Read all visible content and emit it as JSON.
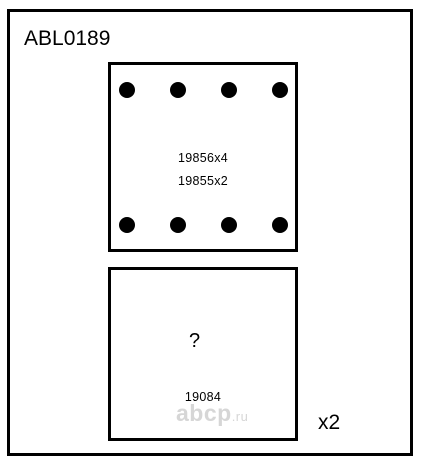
{
  "title": "ABL0189",
  "top_box": {
    "line_1": "19856x4",
    "line_2": "19855x2"
  },
  "bottom_box": {
    "unknown": "?",
    "code": "19084"
  },
  "multiplier": "x2",
  "watermark": {
    "brand": "abcp",
    "suffix": ".ru"
  },
  "colors": {
    "stroke": "#000000",
    "background": "#ffffff",
    "watermark": "#c9c9c9"
  }
}
